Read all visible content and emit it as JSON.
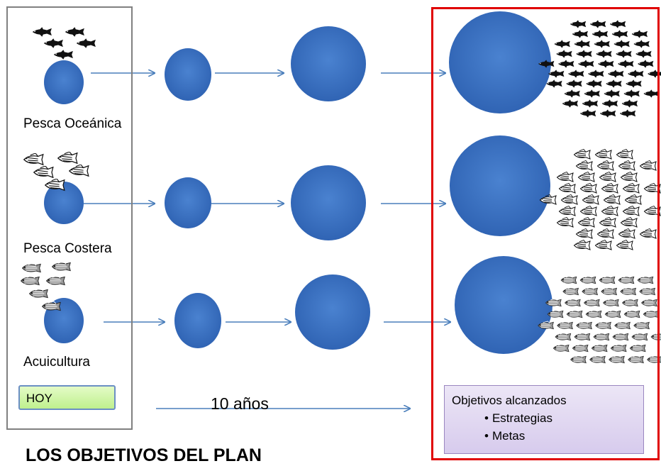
{
  "rows": [
    {
      "label": "Pesca Oceánica",
      "fish_icon": "tuna-icon"
    },
    {
      "label": "Pesca Costera",
      "fish_icon": "snapper-icon"
    },
    {
      "label": "Acuicultura",
      "fish_icon": "tilapia-icon"
    }
  ],
  "today_label": "HOY",
  "timeline_label": "10 años",
  "objectives": {
    "title": "Objetivos alcanzados",
    "items": [
      "Estrategias",
      "Metas"
    ]
  },
  "page_title": "LOS OBJETIVOS DEL PLAN",
  "colors": {
    "circle": "#3a6fc0",
    "arrow": "#4a7ebb",
    "goal_border": "#e00000",
    "left_border": "#808080"
  }
}
